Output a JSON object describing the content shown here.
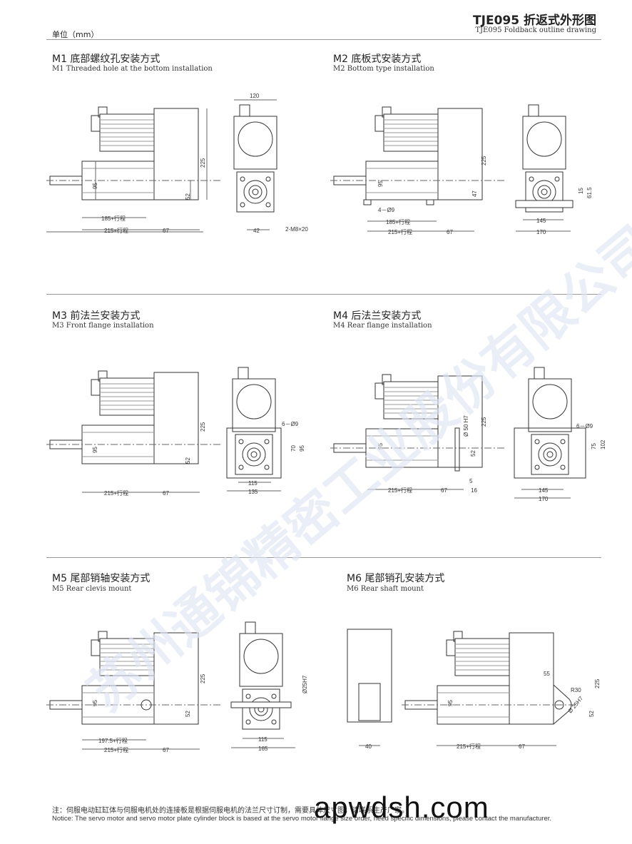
{
  "header": {
    "unit": "单位（mm）",
    "title_cn": "TJE095 折返式外形图",
    "title_en": "TJE095  Foldback outline drawing"
  },
  "sections": [
    {
      "cn": "M1 底部螺纹孔安装方式",
      "en": "M1 Threaded hole at the bottom installation"
    },
    {
      "cn": "M2 底板式安装方式",
      "en": "M2 Bottom type installation"
    },
    {
      "cn": "M3 前法兰安装方式",
      "en": "M3 Front flange installation"
    },
    {
      "cn": "M4 后法兰安装方式",
      "en": "M4 Rear flange installation"
    },
    {
      "cn": "M5 尾部销轴安装方式",
      "en": "M5 Rear clevis mount"
    },
    {
      "cn": "M6 尾部销孔安装方式",
      "en": "M6 Rear shaft mount"
    }
  ],
  "dims": {
    "m1": {
      "h225": "225",
      "h95": "95",
      "h52": "52",
      "l185": "185+行程",
      "l215": "215+行程",
      "l67": "67",
      "w120": "120",
      "w42": "42",
      "m8": "2-M8×20"
    },
    "m2": {
      "h225": "225",
      "h95": "95",
      "h47": "47",
      "hole": "4－Ø9",
      "l185": "185+行程",
      "l215": "215+行程",
      "l67": "67",
      "h15": "15",
      "h61": "61.5",
      "w145": "145",
      "w170": "170"
    },
    "m3": {
      "h225": "225",
      "h95": "95",
      "h52": "52",
      "l215": "215+行程",
      "l67": "67",
      "hole": "6－Ø9",
      "h70": "70",
      "h95b": "95",
      "w115": "115",
      "w135": "135"
    },
    "m4": {
      "h225": "225",
      "h95": "95",
      "h52": "52",
      "d50": "Ø 50 H7",
      "l215": "215+行程",
      "l67": "67",
      "l5": "5",
      "l16": "16",
      "hole": "6－Ø9",
      "h75": "75",
      "h102": "102",
      "w145": "145",
      "w170": "170"
    },
    "m5": {
      "h225": "225",
      "h95": "95",
      "h52": "52",
      "l197": "197.5+行程",
      "l215": "215+行程",
      "l67": "67",
      "d25": "Ø25H7",
      "w115": "115",
      "w165": "165"
    },
    "m6": {
      "w40": "40",
      "l55": "55",
      "r30": "R30",
      "d25": "Ø 25H7",
      "h225": "225",
      "h95": "95",
      "h52": "52",
      "l215": "215+行程",
      "l67": "67"
    }
  },
  "notice": {
    "cn": "注：伺服电动缸缸体与伺服电机处的连接板是根据伺服电机的法兰尺寸订制，需要具体尺寸图，请联系生产厂家。",
    "en": "Notice: The servo motor and servo motor plate cylinder block is based at the servo motor flange size order, need specific dimensions, please contact the manufacturer."
  },
  "watermark": {
    "company": "苏州通锦精密工业股份有限公司",
    "url": "apwdsh.com"
  }
}
